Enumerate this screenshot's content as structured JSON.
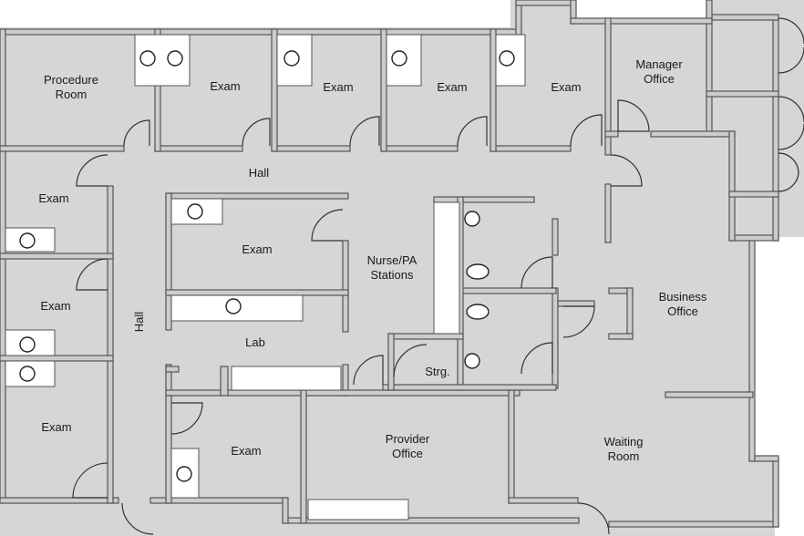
{
  "floorplan": {
    "rooms": {
      "procedure_room": "Procedure\nRoom",
      "exam_1": "Exam",
      "exam_2": "Exam",
      "exam_3": "Exam",
      "exam_4": "Exam",
      "manager_office": "Manager\nOffice",
      "hall_top": "Hall",
      "exam_left_1": "Exam",
      "exam_center": "Exam",
      "nurse_stations": "Nurse/PA\nStations",
      "exam_left_2": "Exam",
      "business_office": "Business\nOffice",
      "hall_left": "Hall",
      "lab": "Lab",
      "storage": "Strg.",
      "exam_left_3": "Exam",
      "provider_office": "Provider\nOffice",
      "exam_bottom": "Exam",
      "waiting_room": "Waiting\nRoom"
    },
    "colors": {
      "wall_fill": "#cccccc",
      "wall_stroke": "#555555",
      "door_stroke": "#333333",
      "floor": "#d6d6d6"
    }
  }
}
